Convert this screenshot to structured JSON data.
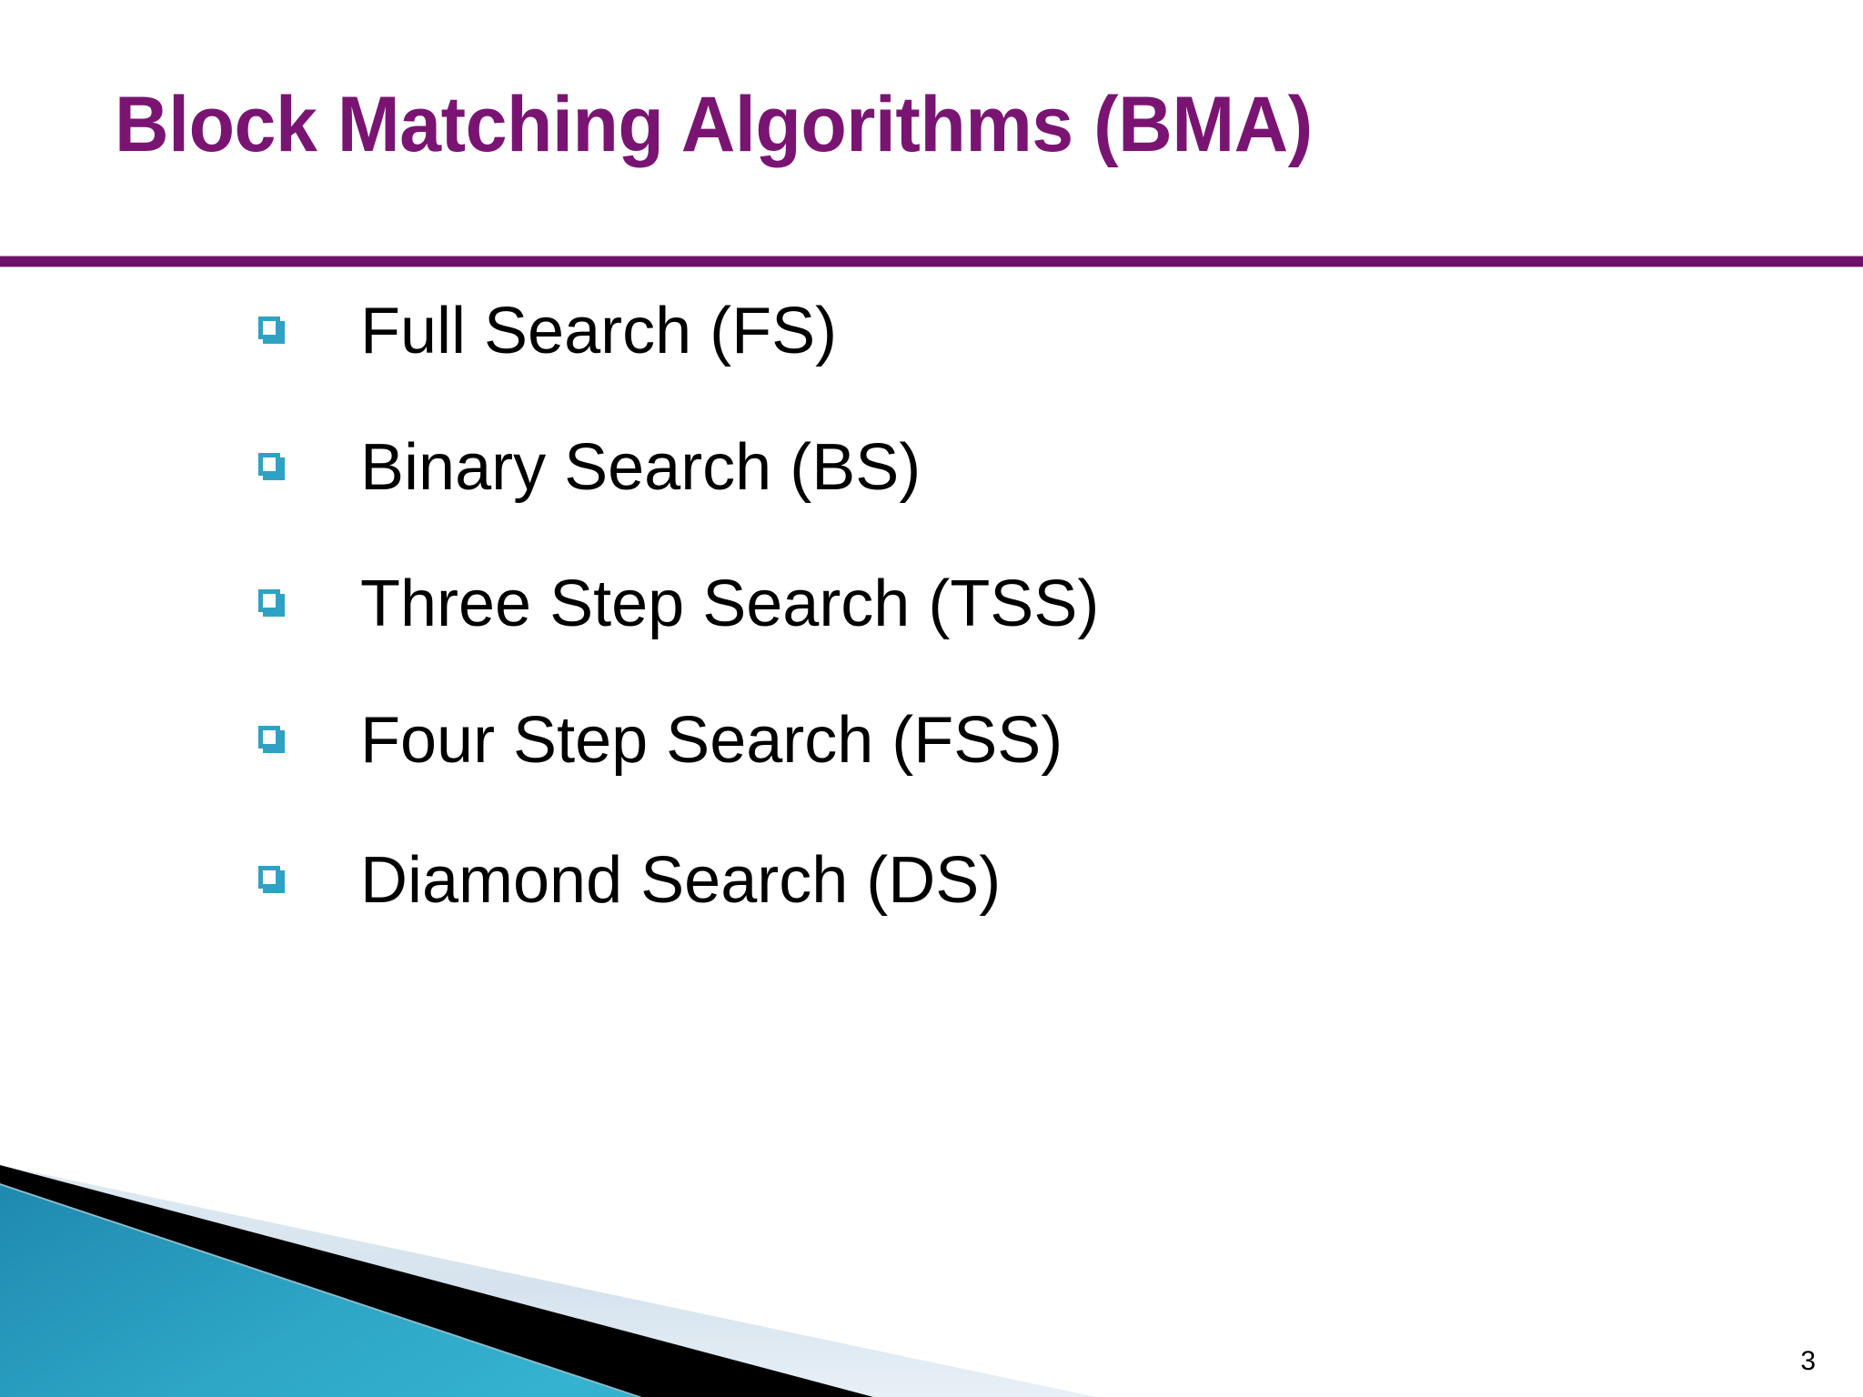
{
  "slide": {
    "title": "Block Matching Algorithms (BMA)",
    "title_color": "#7A1473",
    "rule_color": "#6E1269",
    "background_color": "#FFFFFF",
    "slide_number": "3"
  },
  "bullets": {
    "marker_icon": "hollow-square-bullet-icon",
    "marker_color": "#2FA2C4",
    "text_color": "#000000",
    "items": [
      {
        "label": "Full Search (FS)"
      },
      {
        "label": "Binary Search (BS)"
      },
      {
        "label": "Three Step Search (TSS)"
      },
      {
        "label": "Four Step Search (FSS)"
      },
      {
        "label": "Diamond Search (DS)"
      }
    ]
  },
  "decoration": {
    "corner_art_name": "bottom-left-diagonal-bands",
    "teal_color": "#2EA6C6",
    "black_color": "#000000",
    "light_color": "#D6E3EE"
  }
}
